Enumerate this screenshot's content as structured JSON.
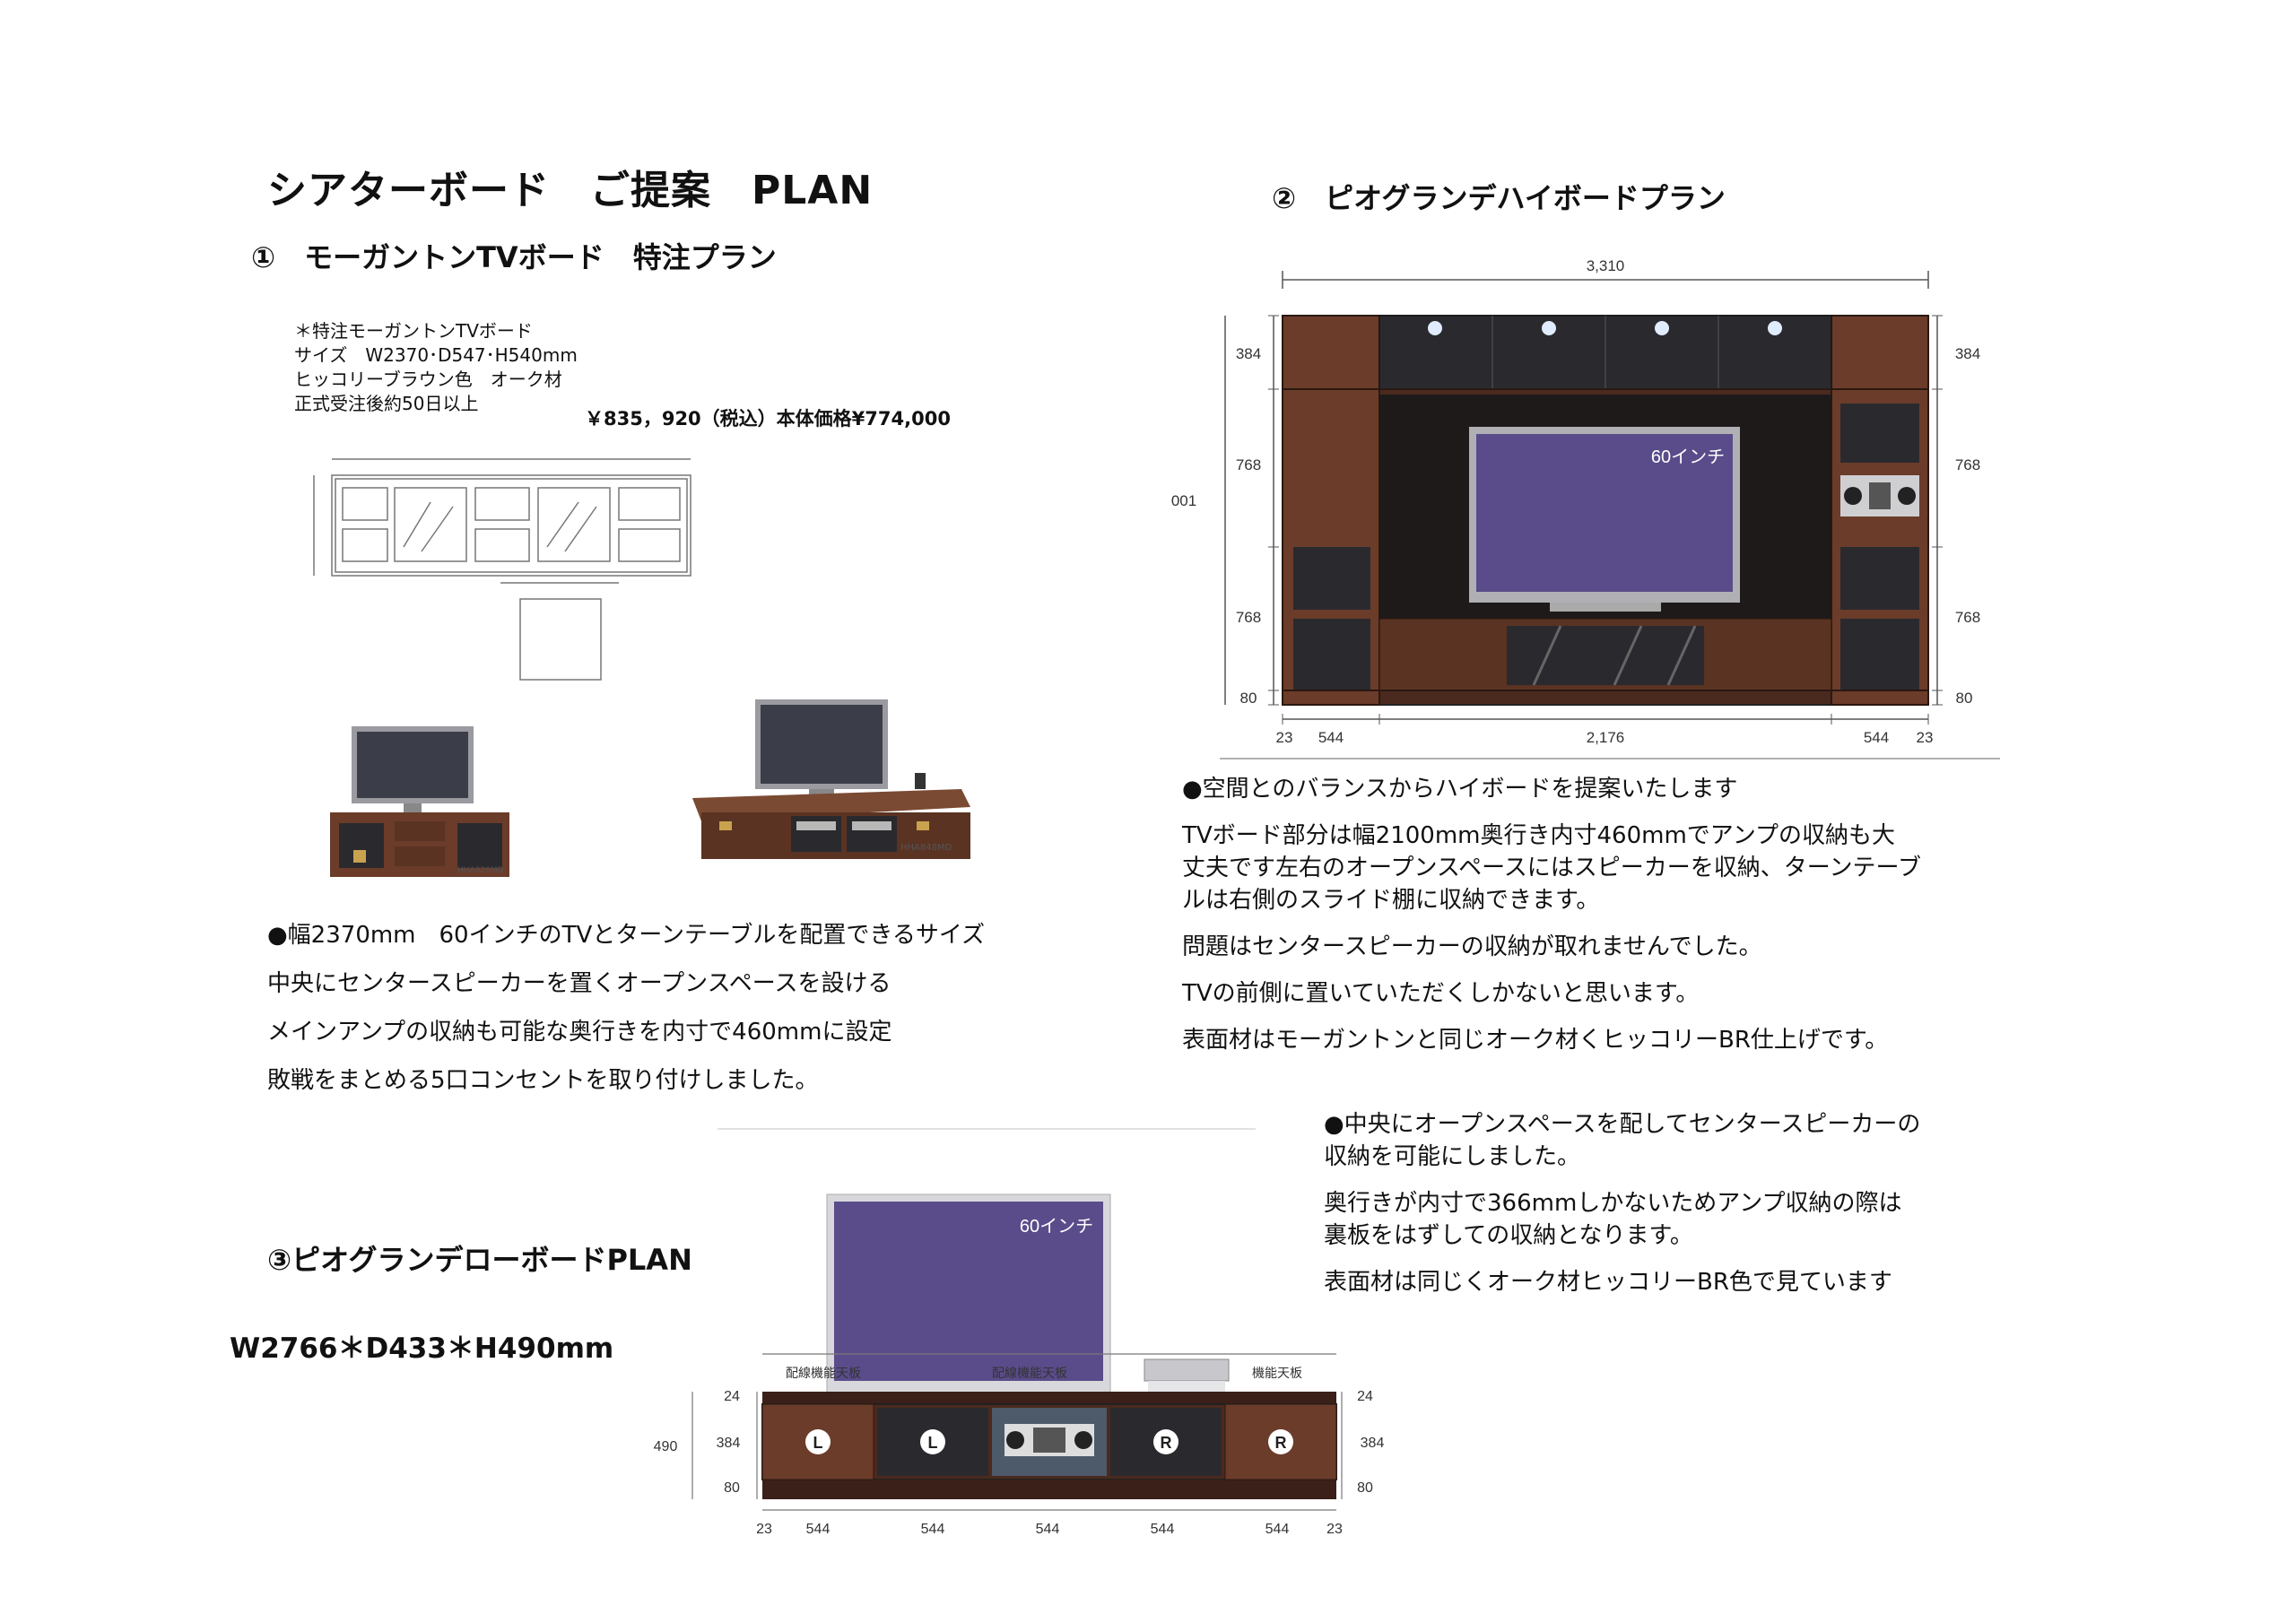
{
  "main_title": "シアターボード　ご提案　PLAN",
  "plan1": {
    "heading": "①　モーガントンTVボード　特注プラン",
    "spec_lines": [
      "＊特注モーガントンTVボード",
      "サイズ　W2370･D547･H540mm",
      "ヒッコリーブラウン色　オーク材",
      "正式受注後約50日以上"
    ],
    "price": "￥835，920（税込）本体価格¥774,000",
    "photo_labels": [
      "HHA920MD",
      "HHA848MD"
    ],
    "notes": [
      "●幅2370mm　60インチのTVとターンテーブルを配置できるサイズ",
      "中央にセンタースピーカーを置くオープンスペースを設ける",
      "メインアンプの収納も可能な奥行きを内寸で460mmに設定",
      "敗戦をまとめる5口コンセントを取り付けしました。"
    ]
  },
  "plan2": {
    "heading": "②　ピオグランデハイボードプラン",
    "width_label": "3,310",
    "left_dims": [
      "384",
      "768",
      "768",
      "80"
    ],
    "right_dims": [
      "384",
      "768",
      "768",
      "80"
    ],
    "total_height_label": "001",
    "bottom_dims": [
      "23",
      "544",
      "2,176",
      "544",
      "23"
    ],
    "tv_label": "60インチ",
    "notes": [
      "●空間とのバランスからハイボードを提案いたします",
      "TVボード部分は幅2100mm奥行き内寸460mmでアンプの収納も大",
      "丈夫です左右のオープンスペースにはスピーカーを収納、ターンテーブ",
      "ルは右側のスライド棚に収納できます。",
      "問題はセンタースピーカーの収納が取れませんでした。",
      "TVの前側に置いていただくしかないと思います。",
      "表面材はモーガントンと同じオーク材くヒッコリーBR仕上げです。"
    ]
  },
  "plan3": {
    "heading": "③ピオグランデローボードPLAN",
    "size": "W2766＊D433＊H490mm",
    "tv_label": "60インチ",
    "top_labels": [
      "配線機能天板",
      "配線機能天板",
      "機能天板"
    ],
    "left_dims": [
      "24",
      "384",
      "80"
    ],
    "right_dims": [
      "24",
      "384",
      "80"
    ],
    "total_height_label": "490",
    "bottom_dims": [
      "23",
      "544",
      "544",
      "544",
      "544",
      "544",
      "23"
    ],
    "speaker_marks": [
      "L",
      "L",
      "R",
      "R"
    ],
    "notes": [
      "●中央にオープンスペースを配してセンタースピーカーの",
      "収納を可能にしました。",
      "奥行きが内寸で366mmしかないためアンプ収納の際は",
      "裏板をはずしての収納となります。",
      "表面材は同じくオーク材ヒッコリーBR色で見ています"
    ]
  },
  "colors": {
    "wood": "#4a2a1e",
    "wood_light": "#6b3c2a",
    "screen": "#5a4c8a",
    "glass": "#2a2a2e"
  }
}
